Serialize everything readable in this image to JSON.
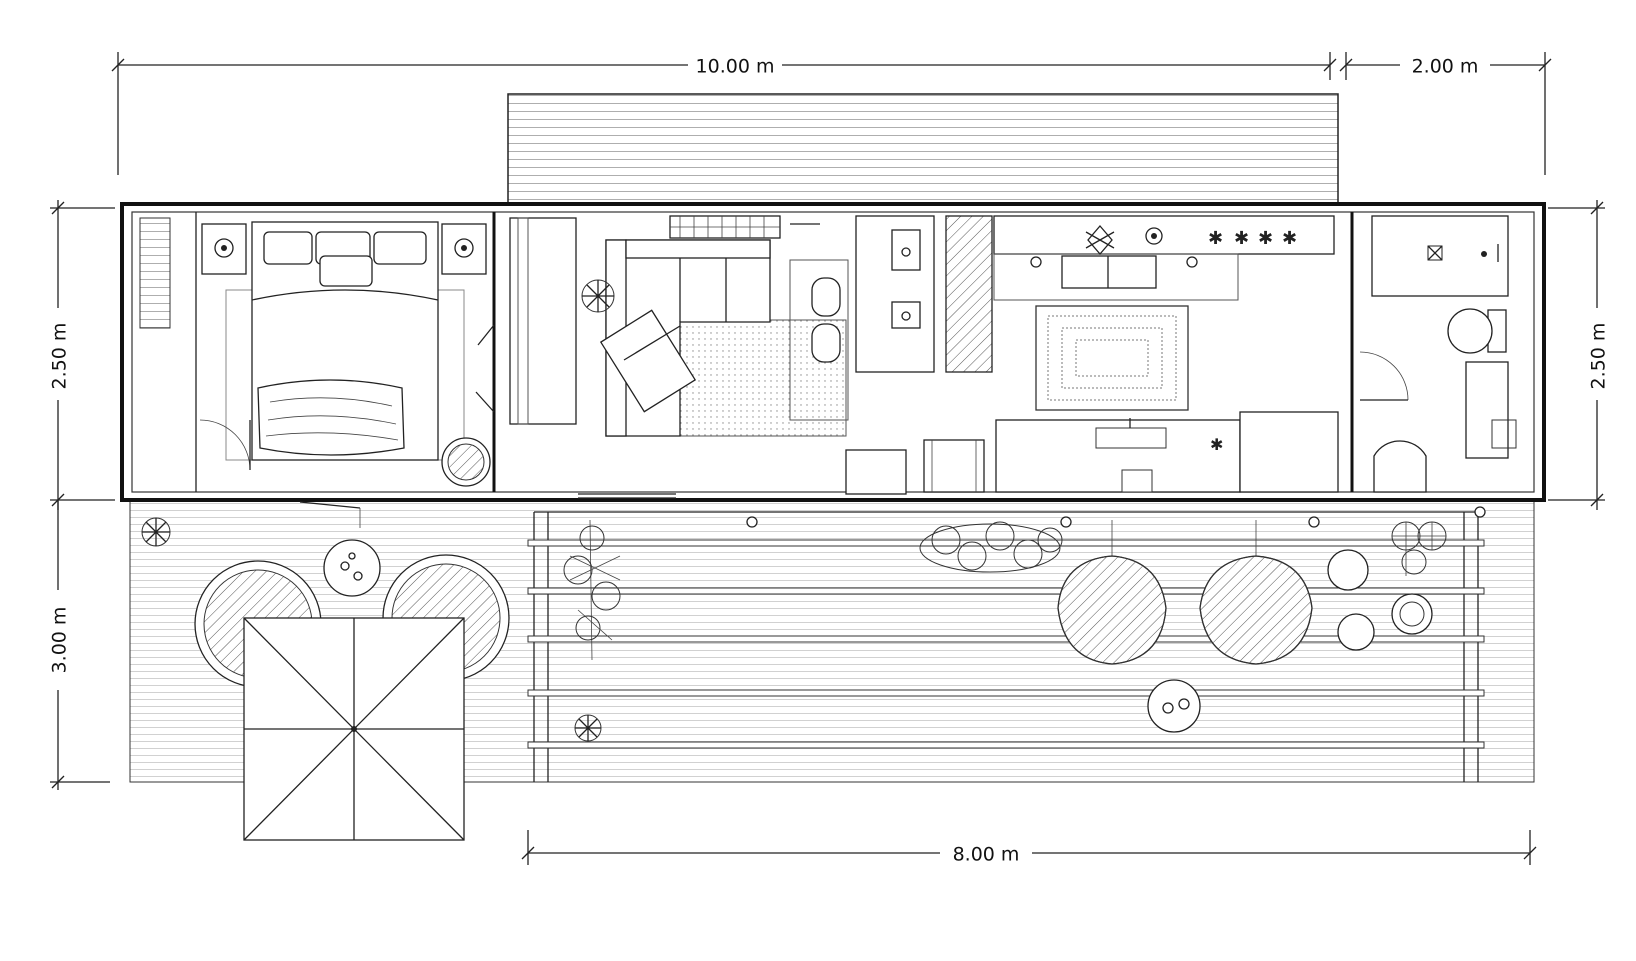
{
  "dimensions": {
    "top_main": "10.00 m",
    "top_side": "2.00 m",
    "left_upper": "2.50 m",
    "left_lower": "3.00 m",
    "right_upper": "2.50 m",
    "bottom": "8.00 m"
  },
  "colors": {
    "line": "#222222",
    "background": "#ffffff"
  }
}
